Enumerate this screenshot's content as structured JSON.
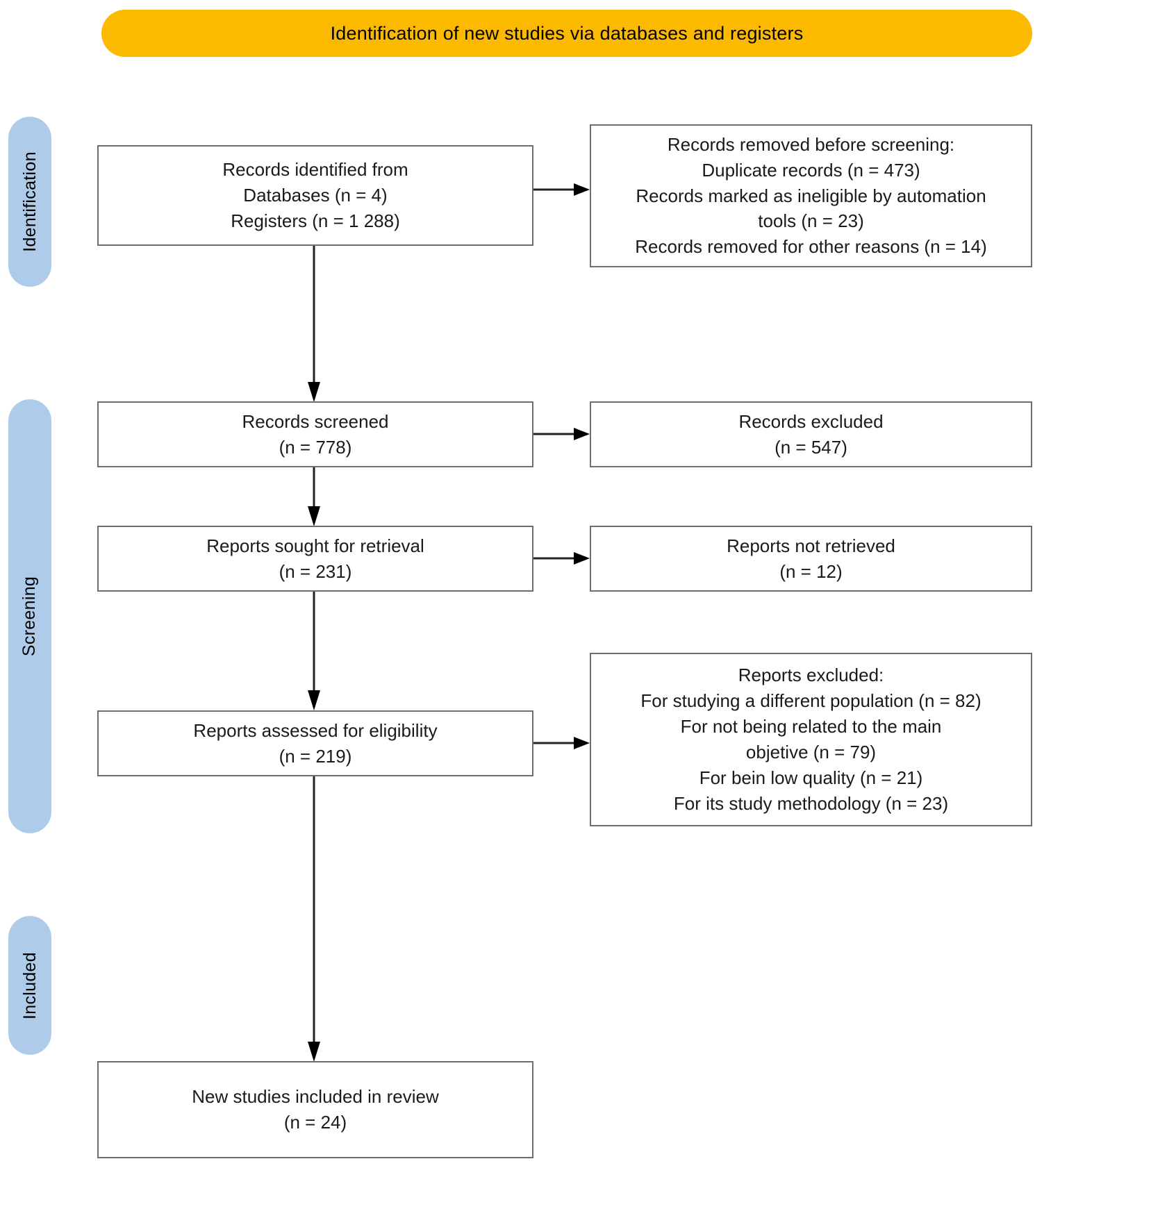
{
  "banner": {
    "title": "Identification of new studies via databases and registers",
    "color": "#FBBA00"
  },
  "stages": [
    {
      "id": "identification",
      "label": "Identification",
      "color": "#AECCE9"
    },
    {
      "id": "screening",
      "label": "Screening",
      "color": "#AECCE9"
    },
    {
      "id": "included",
      "label": "Included",
      "color": "#AECCE9"
    }
  ],
  "boxes": {
    "identified": {
      "name": "records-identified",
      "text": "Records identified from\nDatabases (n = 4)\nRegisters (n = 1 288)"
    },
    "removed": {
      "name": "records-removed-before-screening",
      "text": "Records removed before screening:\nDuplicate records (n = 473)\nRecords marked as ineligible by automation\ntools (n = 23)\nRecords removed for other reasons (n = 14)"
    },
    "screened": {
      "name": "records-screened",
      "text": "Records screened\n(n = 778)"
    },
    "excluded_records": {
      "name": "records-excluded",
      "text": "Records excluded\n(n = 547)"
    },
    "sought": {
      "name": "reports-sought-for-retrieval",
      "text": "Reports sought for retrieval\n(n = 231)"
    },
    "not_retrieved": {
      "name": "reports-not-retrieved",
      "text": "Reports not retrieved\n(n = 12)"
    },
    "assessed": {
      "name": "reports-assessed-for-eligibility",
      "text": "Reports assessed for eligibility\n(n = 219)"
    },
    "reports_excluded": {
      "name": "reports-excluded",
      "text": "Reports excluded:\nFor studying a different population (n = 82)\nFor not being related to the main\nobjetive (n = 79)\nFor bein low quality (n = 21)\nFor its study methodology (n = 23)"
    },
    "included": {
      "name": "new-studies-included-in-review",
      "text": "New studies included in review\n(n = 24)"
    }
  },
  "chart_data": {
    "type": "diagram",
    "title": "Identification of new studies via databases and registers",
    "nodes": [
      {
        "id": "identified",
        "stage": "Identification",
        "label": "Records identified from",
        "counts": [
          {
            "label": "Databases",
            "n": 4
          },
          {
            "label": "Registers",
            "n": 1288
          }
        ]
      },
      {
        "id": "removed",
        "stage": "Identification",
        "label": "Records removed before screening:",
        "counts": [
          {
            "label": "Duplicate records",
            "n": 473
          },
          {
            "label": "Records marked as ineligible by automation tools",
            "n": 23
          },
          {
            "label": "Records removed for other reasons",
            "n": 14
          }
        ]
      },
      {
        "id": "screened",
        "stage": "Screening",
        "label": "Records screened",
        "counts": [
          {
            "label": "n",
            "n": 778
          }
        ]
      },
      {
        "id": "excluded_records",
        "stage": "Screening",
        "label": "Records excluded",
        "counts": [
          {
            "label": "n",
            "n": 547
          }
        ]
      },
      {
        "id": "sought",
        "stage": "Screening",
        "label": "Reports sought for retrieval",
        "counts": [
          {
            "label": "n",
            "n": 231
          }
        ]
      },
      {
        "id": "not_retrieved",
        "stage": "Screening",
        "label": "Reports not retrieved",
        "counts": [
          {
            "label": "n",
            "n": 12
          }
        ]
      },
      {
        "id": "assessed",
        "stage": "Screening",
        "label": "Reports assessed for eligibility",
        "counts": [
          {
            "label": "n",
            "n": 219
          }
        ]
      },
      {
        "id": "reports_excluded",
        "stage": "Screening",
        "label": "Reports excluded:",
        "counts": [
          {
            "label": "For studying a different population",
            "n": 82
          },
          {
            "label": "For not being related to the main objetive",
            "n": 79
          },
          {
            "label": "For bein low quality",
            "n": 21
          },
          {
            "label": "For its study methodology",
            "n": 23
          }
        ]
      },
      {
        "id": "included",
        "stage": "Included",
        "label": "New studies included in review",
        "counts": [
          {
            "label": "n",
            "n": 24
          }
        ]
      }
    ],
    "edges": [
      {
        "from": "identified",
        "to": "removed",
        "direction": "right"
      },
      {
        "from": "identified",
        "to": "screened",
        "direction": "down"
      },
      {
        "from": "screened",
        "to": "excluded_records",
        "direction": "right"
      },
      {
        "from": "screened",
        "to": "sought",
        "direction": "down"
      },
      {
        "from": "sought",
        "to": "not_retrieved",
        "direction": "right"
      },
      {
        "from": "sought",
        "to": "assessed",
        "direction": "down"
      },
      {
        "from": "assessed",
        "to": "reports_excluded",
        "direction": "right"
      },
      {
        "from": "assessed",
        "to": "included",
        "direction": "down"
      }
    ]
  }
}
